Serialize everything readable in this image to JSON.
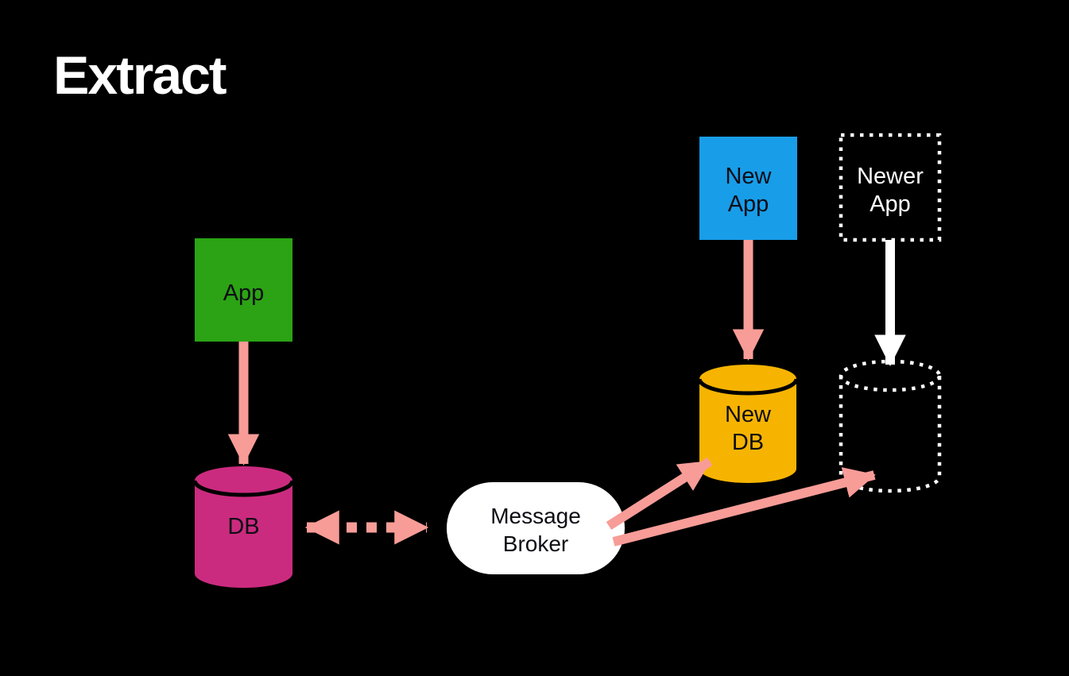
{
  "title": "Extract",
  "colors": {
    "background": "#000000",
    "app_green": "#2BA314",
    "db_magenta": "#CB2B7F",
    "new_app_blue": "#189DE9",
    "new_db_orange": "#F6B401",
    "arrow_salmon": "#F89C97",
    "white": "#FFFFFF",
    "cylinder_rim_black": "#000000"
  },
  "nodes": {
    "app": {
      "label": "App",
      "shape": "box"
    },
    "db": {
      "label": "DB",
      "shape": "cylinder"
    },
    "message_broker": {
      "line1": "Message",
      "line2": "Broker",
      "shape": "pill"
    },
    "new_app": {
      "line1": "New",
      "line2": "App",
      "shape": "box"
    },
    "new_db": {
      "line1": "New",
      "line2": "DB",
      "shape": "cylinder"
    },
    "newer_app": {
      "line1": "Newer",
      "line2": "App",
      "shape": "dotted-box"
    },
    "newer_db": {
      "shape": "dotted-cylinder"
    }
  },
  "edges": [
    {
      "from": "app",
      "to": "db",
      "style": "solid-arrow",
      "color_key": "arrow_salmon"
    },
    {
      "from": "db",
      "to": "message_broker",
      "style": "dotted-double-arrow",
      "color_key": "arrow_salmon"
    },
    {
      "from": "new_app",
      "to": "new_db",
      "style": "solid-arrow",
      "color_key": "arrow_salmon"
    },
    {
      "from": "newer_app",
      "to": "newer_db",
      "style": "solid-arrow",
      "color_key": "white"
    },
    {
      "from": "message_broker",
      "to": "new_db",
      "style": "solid-arrow",
      "color_key": "arrow_salmon"
    },
    {
      "from": "message_broker",
      "to": "newer_db",
      "style": "solid-arrow",
      "color_key": "arrow_salmon"
    }
  ]
}
